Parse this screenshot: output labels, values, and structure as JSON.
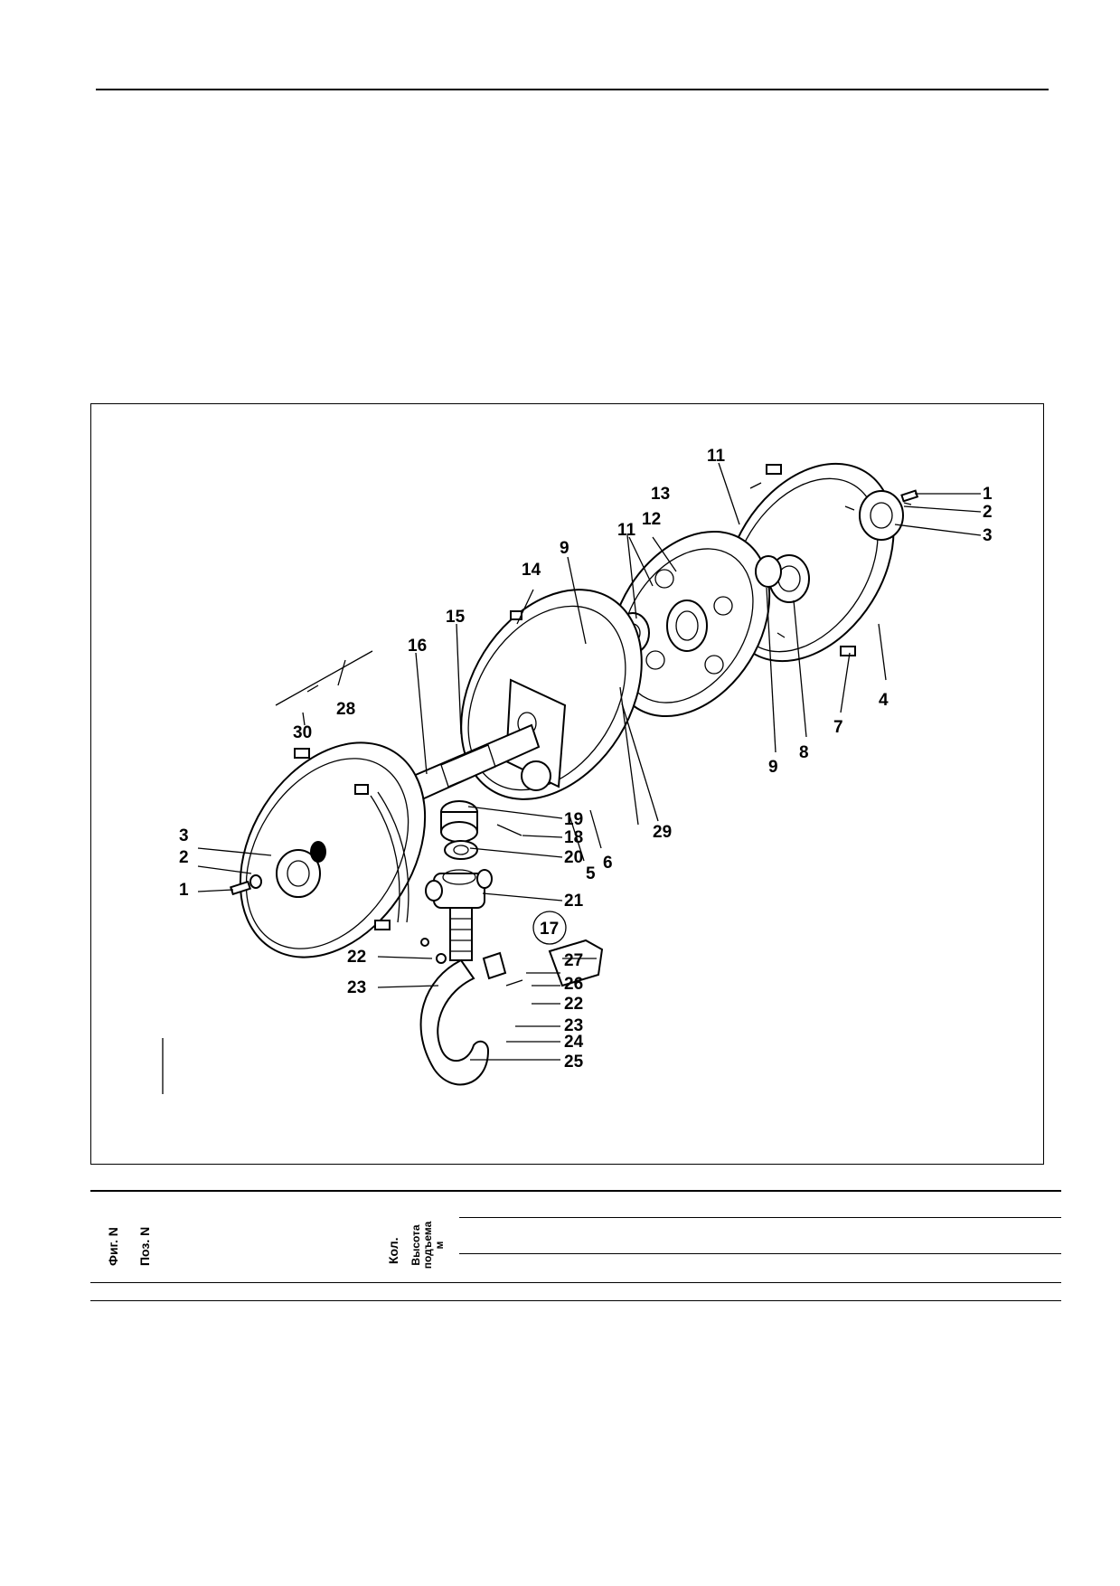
{
  "callouts": [
    "1",
    "2",
    "3",
    "4",
    "5",
    "6",
    "7",
    "8",
    "9",
    "11",
    "12",
    "13",
    "14",
    "15",
    "16",
    "17",
    "18",
    "19",
    "20",
    "21",
    "22",
    "23",
    "24",
    "25",
    "26",
    "27",
    "28",
    "29",
    "30"
  ],
  "table_header": {
    "fig": "Фиг. N",
    "pos": "Поз. N",
    "qty": "Кол.",
    "lift_line1": "Высота",
    "lift_line2": "подъема",
    "lift_line3": "м"
  }
}
